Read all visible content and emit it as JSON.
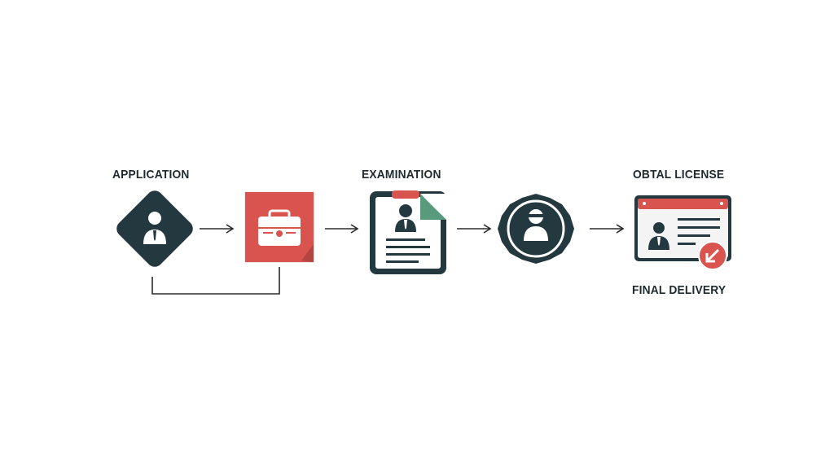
{
  "steps": {
    "application": {
      "label": "APPLICATION",
      "icon": "applicant-diamond-icon"
    },
    "document": {
      "icon": "briefcase-document-icon"
    },
    "examination": {
      "label": "EXAMINATION",
      "icon": "resume-document-icon"
    },
    "verification": {
      "icon": "headset-badge-icon"
    },
    "license": {
      "label": "OBTAL LICENSE",
      "icon": "license-card-icon"
    },
    "delivery": {
      "label": "FINAL DELIVERY"
    }
  },
  "colors": {
    "dark": "#243840",
    "red": "#d9534f",
    "green": "#5a9a7c",
    "line": "#2b2b2b"
  }
}
